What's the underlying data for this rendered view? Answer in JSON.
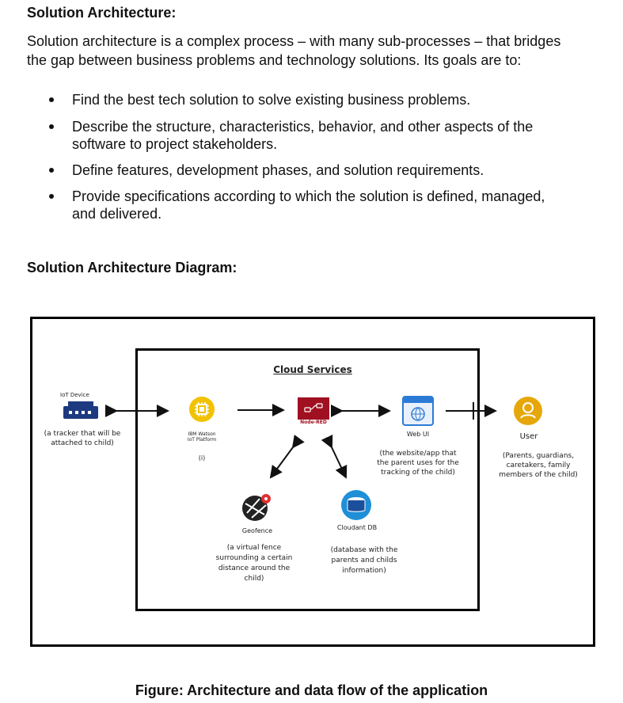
{
  "heading": "Solution Architecture:",
  "intro": [
    "Solution architecture is a complex process – with many sub-processes – that bridges",
    "the gap between business problems and technology solutions. Its goals are to:"
  ],
  "bullets": [
    [
      "Find the best tech solution to solve existing business problems."
    ],
    [
      "Describe the structure, characteristics, behavior, and other aspects of the",
      "software to project stakeholders."
    ],
    [
      "Define features, development phases, and solution requirements."
    ],
    [
      "Provide specifications according to which the solution is defined, managed,",
      "and delivered."
    ]
  ],
  "diagram_heading": "Solution Architecture Diagram:",
  "diagram": {
    "cloud_title": "Cloud Services",
    "iot_device": {
      "label": "IoT Device",
      "desc": [
        "(a tracker that will be",
        "attached to child)"
      ]
    },
    "ibm": {
      "label": [
        "IBM Watson",
        "IoT Platform"
      ],
      "note": "(i)"
    },
    "nodered": {
      "label": "Node-RED"
    },
    "webui": {
      "label": "Web UI",
      "desc": [
        "(the website/app that",
        "the parent uses for the",
        "tracking of the child)"
      ]
    },
    "user": {
      "label": "User",
      "desc": [
        "(Parents, guardians,",
        "caretakers, family",
        "members of the child)"
      ]
    },
    "geofence": {
      "label": "Geofence",
      "desc": [
        "(a virtual fence",
        "surrounding a certain",
        "distance around the",
        "child)"
      ]
    },
    "cloudant": {
      "label": "Cloudant DB",
      "desc": [
        "(database with the",
        "parents and childs",
        "information)"
      ]
    },
    "colors": {
      "ibm": "#f2c200",
      "nodered": "#a01020",
      "webui": "#2b7bd6",
      "user": "#e6a70a",
      "cloudant": "#1f8fd8",
      "device": "#1d3a80"
    }
  },
  "caption": "Figure: Architecture and data flow of the application"
}
